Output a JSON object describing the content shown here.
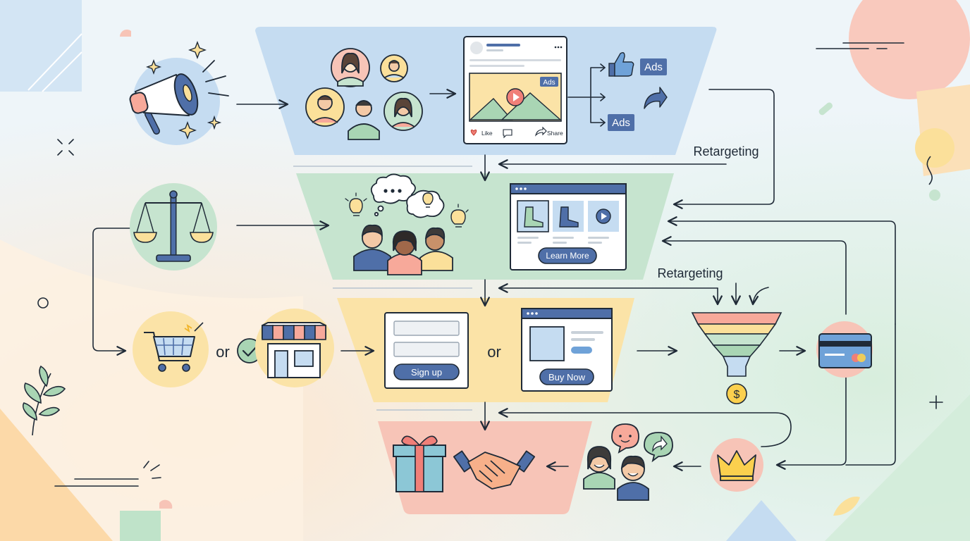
{
  "labels": {
    "retargeting_top": "Retargeting",
    "retargeting_mid": "Retargeting",
    "or_left": "or",
    "or_mid": "or",
    "ads_badge_top": "Ads",
    "ads_badge_bottom": "Ads",
    "ads_in_post": "Ads",
    "like": "Like",
    "share": "Share",
    "learn_more": "Learn More",
    "sign_up": "Sign up",
    "buy_now": "Buy Now",
    "dollar": "$"
  },
  "colors": {
    "awareness": "#c5dcf1",
    "consideration": "#c6e4cf",
    "conversion": "#fbe3a7",
    "loyalty": "#f7c4b7",
    "line": "#1f2a37",
    "accent_blue": "#4f6fa8"
  },
  "icons": [
    "megaphone-icon",
    "people-icon",
    "social-post-icon",
    "thumbs-up-icon",
    "share-arrow-icon",
    "scales-icon",
    "thinking-people-icon",
    "product-page-icon",
    "shopping-cart-icon",
    "checkmark-icon",
    "store-icon",
    "signup-form-icon",
    "buy-page-icon",
    "filter-funnel-icon",
    "credit-card-icon",
    "gift-icon",
    "handshake-icon",
    "happy-customers-icon",
    "crown-icon",
    "leaf-icon"
  ]
}
